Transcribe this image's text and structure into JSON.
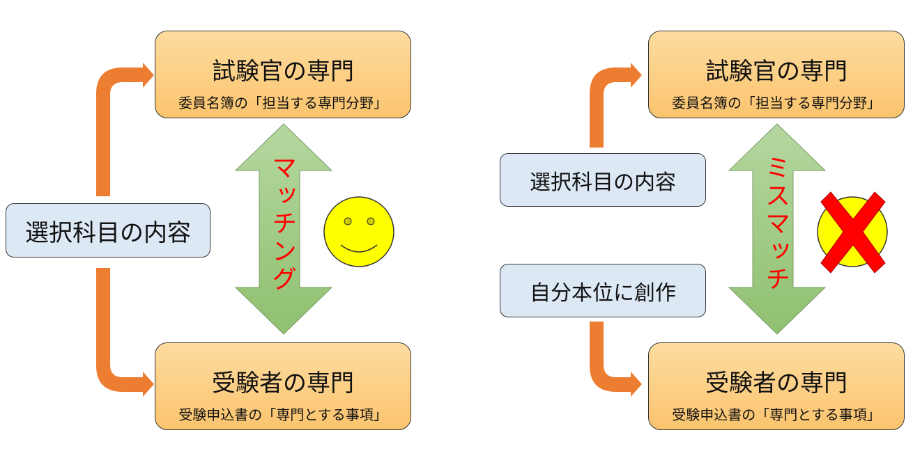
{
  "left": {
    "examiner_box": {
      "title": "試験官の専門",
      "subtitle": "委員名簿の「担当する専門分野」"
    },
    "candidate_box": {
      "title": "受験者の専門",
      "subtitle": "受験申込書の「専門とする事項」"
    },
    "subject_box": "選択科目の内容",
    "arrow_label": "マッチング",
    "indicator": "smiley-face-icon"
  },
  "right": {
    "examiner_box": {
      "title": "試験官の専門",
      "subtitle": "委員名簿の「担当する専門分野」"
    },
    "candidate_box": {
      "title": "受験者の専門",
      "subtitle": "受験申込書の「専門とする事項」"
    },
    "subject_box": "選択科目の内容",
    "creation_box": "自分本位に創作",
    "arrow_label": "ミスマッチ",
    "indicator": "red-x-icon"
  },
  "colors": {
    "orange_arrow": "#ed7d31",
    "green_arrow": "#a9d18e",
    "label_red": "#ff0000",
    "smiley_yellow": "#ffff00",
    "x_red": "#ff0000"
  }
}
